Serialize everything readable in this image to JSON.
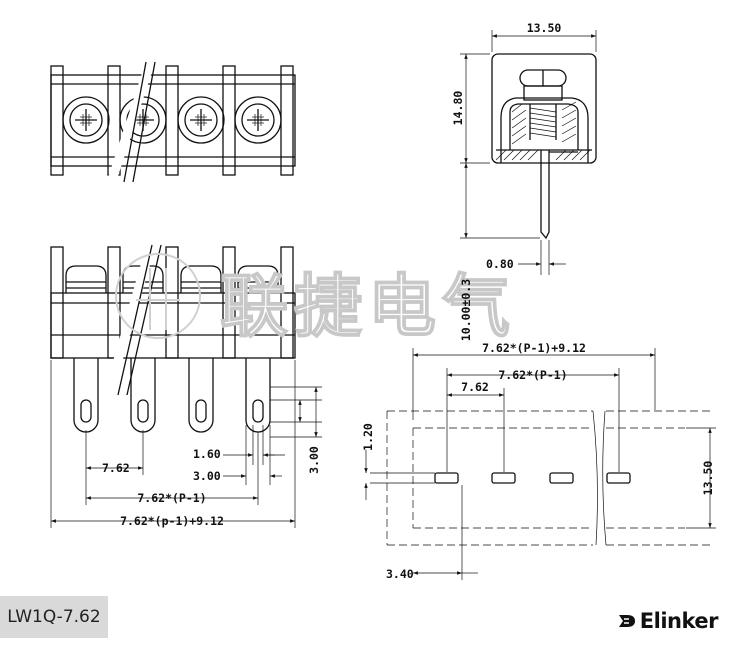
{
  "dimensions": {
    "side_width": "13.50",
    "side_height": "14.80",
    "pin_width": "0.80",
    "pin_length": "10.00±0.3",
    "fp_total_width": "7.62*(P-1)+9.12",
    "fp_pitch_span": "7.62*(P-1)",
    "fp_pitch": "7.62",
    "fp_slot_height": "1.20",
    "fp_body_depth": "13.50",
    "fp_edge_offset": "3.40",
    "front_slot_width": "1.60",
    "front_slot_height": "3.00",
    "front_slot_outer": "3.00",
    "front_pitch": "7.62",
    "front_pitch_span": "7.62*(P-1)",
    "front_total": "7.62*(p-1)+9.12"
  },
  "watermark": "联捷电气",
  "model": "LW1Q-7.62",
  "brand": "Elinker",
  "icons": {
    "brand_mark": "elinker-logo-icon"
  }
}
